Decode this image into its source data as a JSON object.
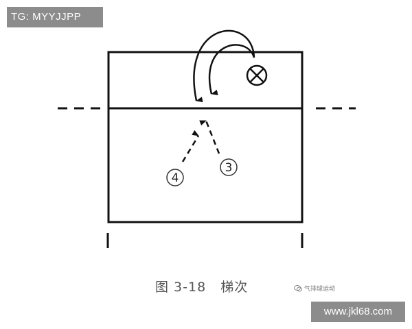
{
  "watermark_top": "TG: MYYJJPP",
  "watermark_bottom": "www.jkl68.com",
  "caption": {
    "figure": "图 3-18",
    "title": "梯次"
  },
  "brand_text": "气排球运动",
  "players": [
    {
      "number": "4"
    },
    {
      "number": "3"
    }
  ],
  "markers": {
    "server": "server-cross-circle"
  }
}
